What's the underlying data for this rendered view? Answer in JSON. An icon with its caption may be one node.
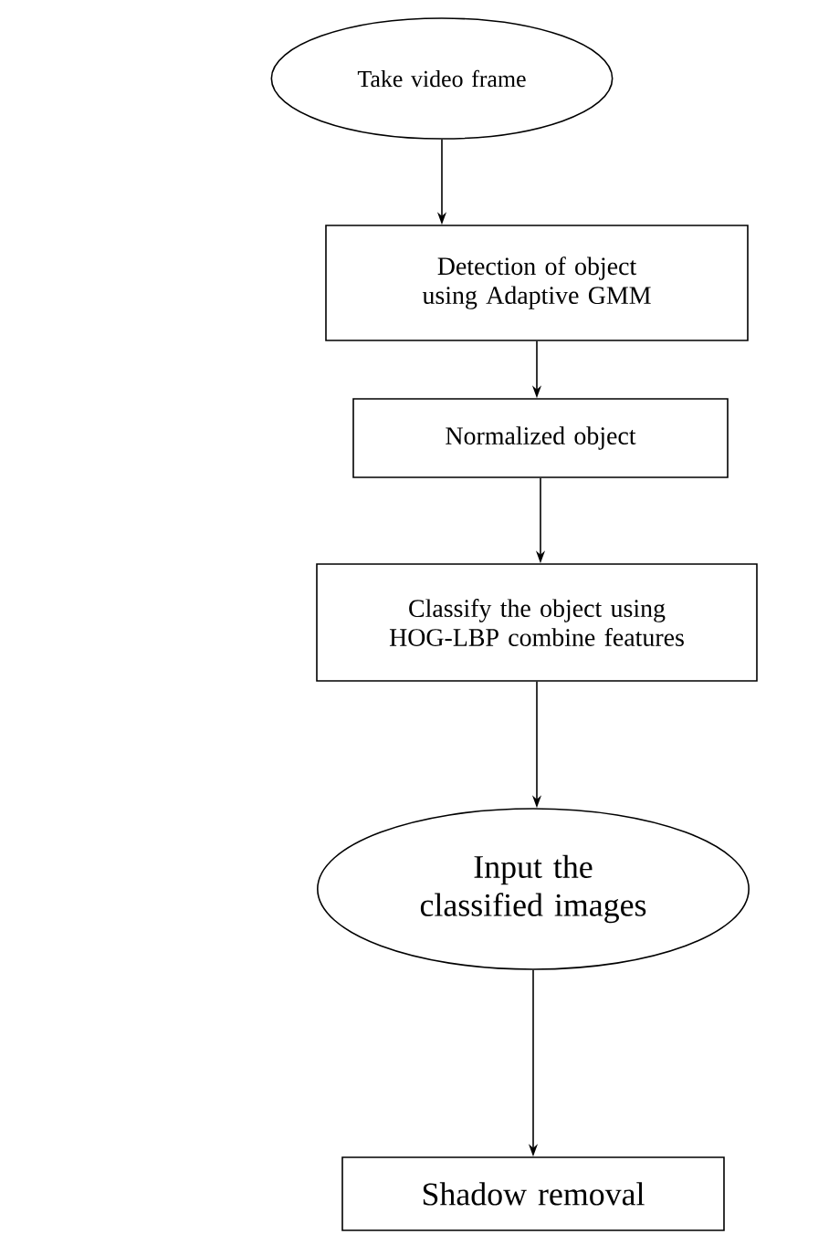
{
  "diagram": {
    "nodes": [
      {
        "text": [
          "Take video frame"
        ]
      },
      {
        "text": [
          "Detection of object using Adaptive GMM"
        ]
      },
      {
        "text": [
          "Normalized object"
        ]
      },
      {
        "text": [
          "Classify the object using HOG-LBP combine features"
        ]
      },
      {
        "text": [
          "Input the classified images"
        ]
      },
      {
        "text": [
          "Shadow removal"
        ]
      }
    ],
    "edges": [
      {
        "from": 0,
        "to": 1,
        "arrow": "to"
      },
      {
        "from": 1,
        "to": 2,
        "arrow": "to"
      },
      {
        "from": 2,
        "to": 3,
        "arrow": "to"
      },
      {
        "from": 3,
        "to": 4,
        "arrow": "to"
      },
      {
        "from": 4,
        "to": 5,
        "arrow": "to"
      }
    ]
  }
}
